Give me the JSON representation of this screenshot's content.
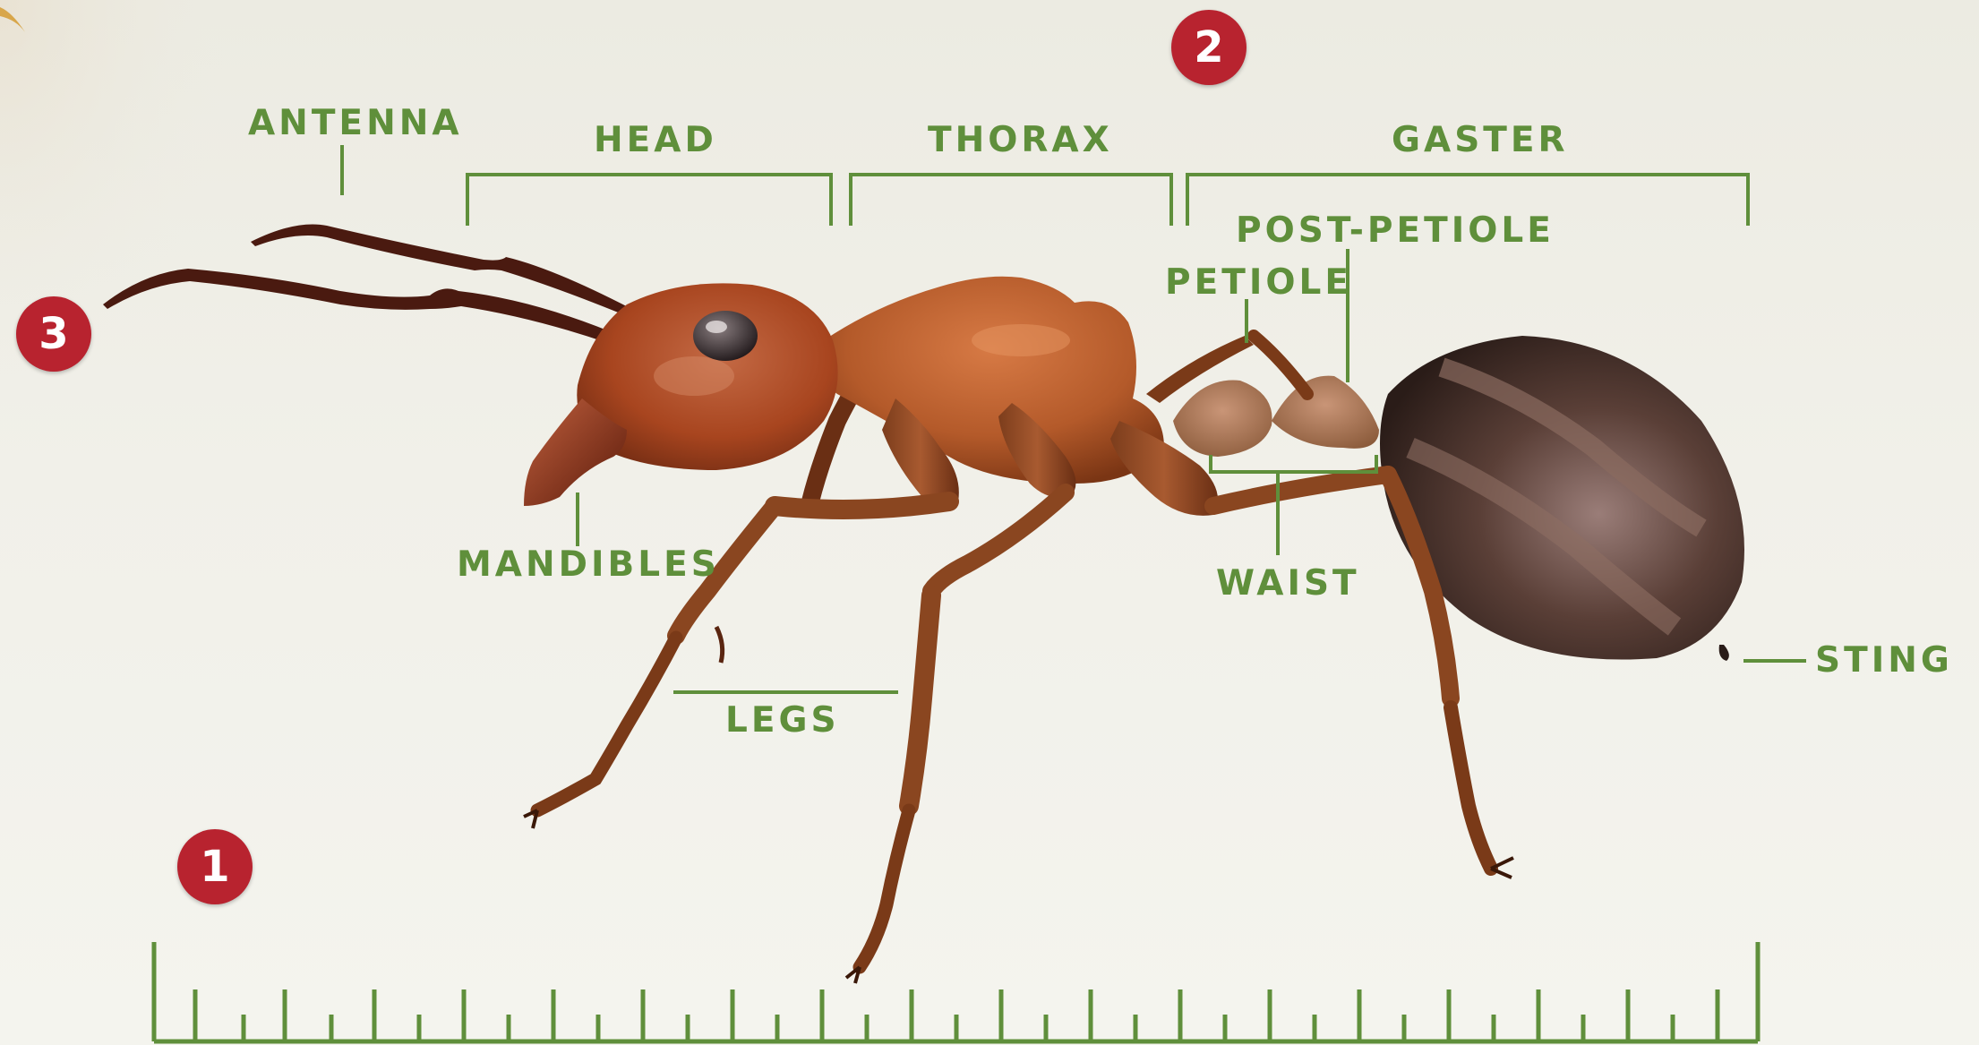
{
  "labels": {
    "antenna": "ANTENNA",
    "head": "HEAD",
    "thorax": "THORAX",
    "gaster": "GASTER",
    "post_petiole": "POST-PETIOLE",
    "petiole": "PETIOLE",
    "mandibles": "MANDIBLES",
    "waist": "WAIST",
    "legs": "LEGS",
    "sting": "STING"
  },
  "badges": {
    "one": "1",
    "two": "2",
    "three": "3"
  },
  "colors": {
    "label_green": "#5f8f3b",
    "badge_red": "#b8232f",
    "body_rust": "#a24a22",
    "gaster_dark": "#3a2a26"
  }
}
